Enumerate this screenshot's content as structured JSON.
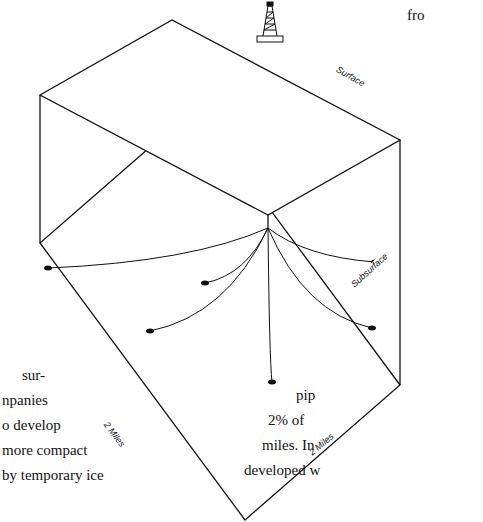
{
  "diagram": {
    "labels": [
      "fro",
      "Surface",
      "sur-",
      "npanies",
      "o develop",
      "more compact",
      "by temporary ice",
      "Subsurface",
      "2 Miles",
      "2 Miles",
      "pip",
      "2% of",
      "miles. In",
      "developed w"
    ]
  }
}
